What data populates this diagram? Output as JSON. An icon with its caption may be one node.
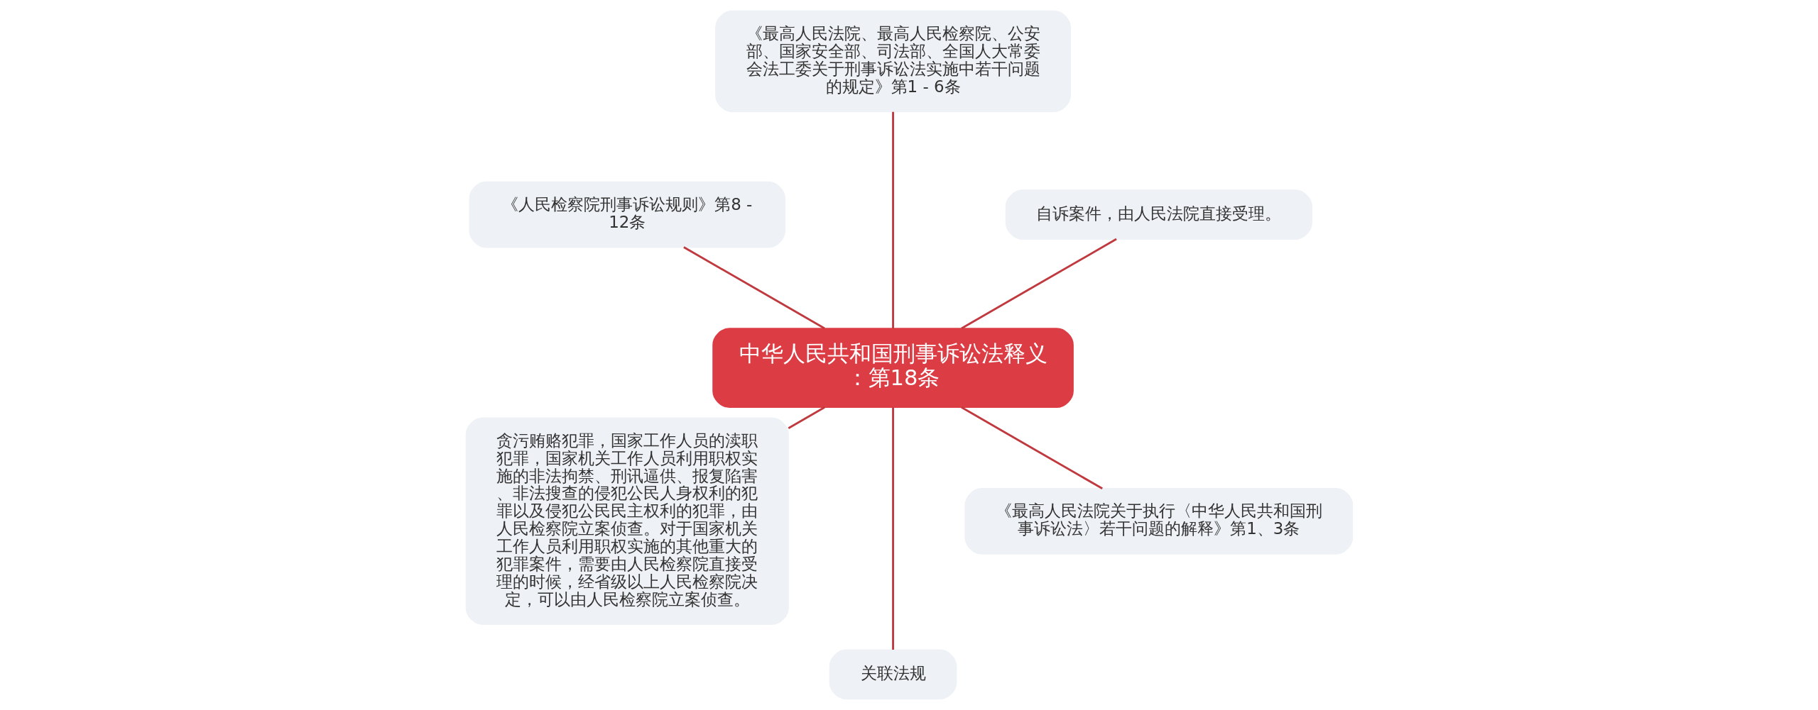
{
  "diagram": {
    "nodes": [
      {
        "text": [
          "中华人民共和国刑事诉讼法释义：第18条"
        ]
      },
      {
        "text": [
          "自诉案件，由人民法院直接受理。"
        ]
      },
      {
        "text": [
          "《最高人民法院、最高人民检察院、公安部、国家安全部、司法部、全国人大常委会法工委关于刑事诉讼法实施中若干问题的规定》第1 - 6条"
        ]
      },
      {
        "text": [
          "《人民检察院刑事诉讼规则》第8 - 12条"
        ]
      },
      {
        "text": [
          "贪污贿赂犯罪，国家工作人员的渎职犯罪，国家机关工作人员利用职权实施的非法拘禁、刑讯逼供、报复陷害、非法搜查的侵犯公民人身权利的犯罪以及侵犯公民民主权利的犯罪，由人民检察院立案侦查。对于国家机关工作人员利用职权实施的其他重大的犯罪案件，需要由人民检察院直接受理的时候，经省级以上人民检察院决定，可以由人民检察院立案侦查。"
        ]
      },
      {
        "text": [
          "关联法规"
        ]
      },
      {
        "text": [
          "《最高人民法院关于执行〈中华人民共和国刑事诉讼法〉若干问题的解释》第1、3条"
        ]
      }
    ],
    "edges": [
      {
        "from": 0,
        "to": 1,
        "arrow": "none"
      },
      {
        "from": 0,
        "to": 2,
        "arrow": "none"
      },
      {
        "from": 0,
        "to": 3,
        "arrow": "none"
      },
      {
        "from": 0,
        "to": 4,
        "arrow": "none"
      },
      {
        "from": 0,
        "to": 5,
        "arrow": "none"
      },
      {
        "from": 0,
        "to": 6,
        "arrow": "none"
      }
    ]
  }
}
